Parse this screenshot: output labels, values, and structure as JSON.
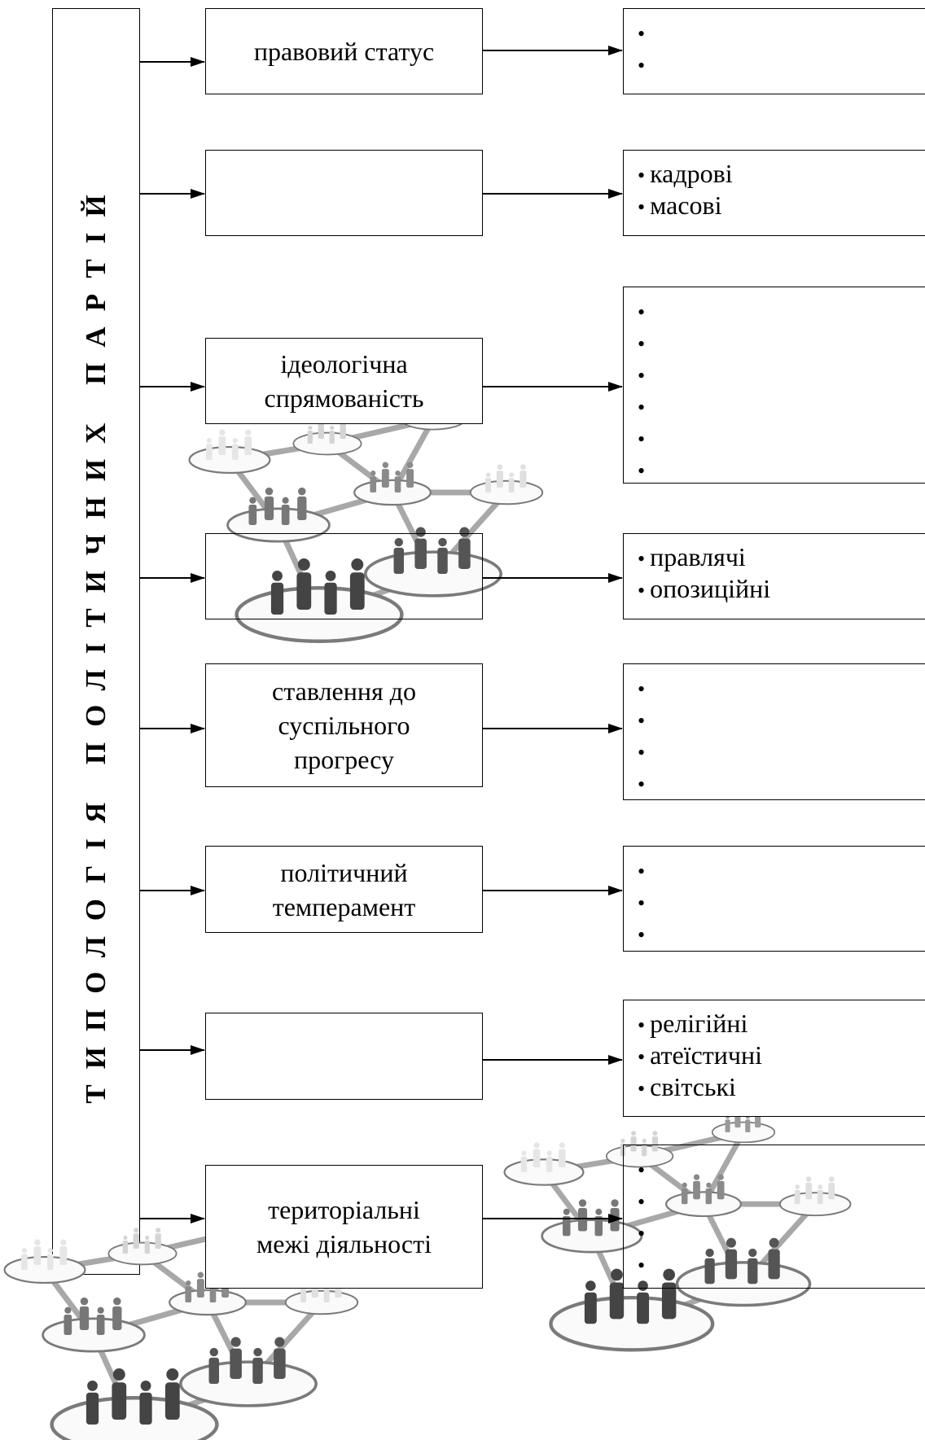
{
  "title": "ТИПОЛОГІЯ ПОЛІТИЧНИХ ПАРТІЙ",
  "rows": [
    {
      "criterion": "правовий статус",
      "types": [
        "",
        ""
      ]
    },
    {
      "criterion": "",
      "types": [
        "кадрові",
        "масові"
      ]
    },
    {
      "criterion": "ідеологічна\nспрямованість",
      "types": [
        "",
        "",
        "",
        "",
        "",
        ""
      ]
    },
    {
      "criterion": "",
      "types": [
        "правлячі",
        "опозиційні"
      ]
    },
    {
      "criterion": "ставлення до\nсуспільного\nпрогресу",
      "types": [
        "",
        "",
        "",
        ""
      ]
    },
    {
      "criterion": "політичний\nтемперамент",
      "types": [
        "",
        "",
        ""
      ]
    },
    {
      "criterion": "",
      "types": [
        "релігійні",
        "атеїстичні",
        "світські"
      ]
    },
    {
      "criterion": "територіальні\nмежі діяльності",
      "types": [
        "",
        "",
        "",
        ""
      ]
    }
  ],
  "decorations": [
    "people-network-image",
    "people-network-image",
    "people-network-image"
  ]
}
